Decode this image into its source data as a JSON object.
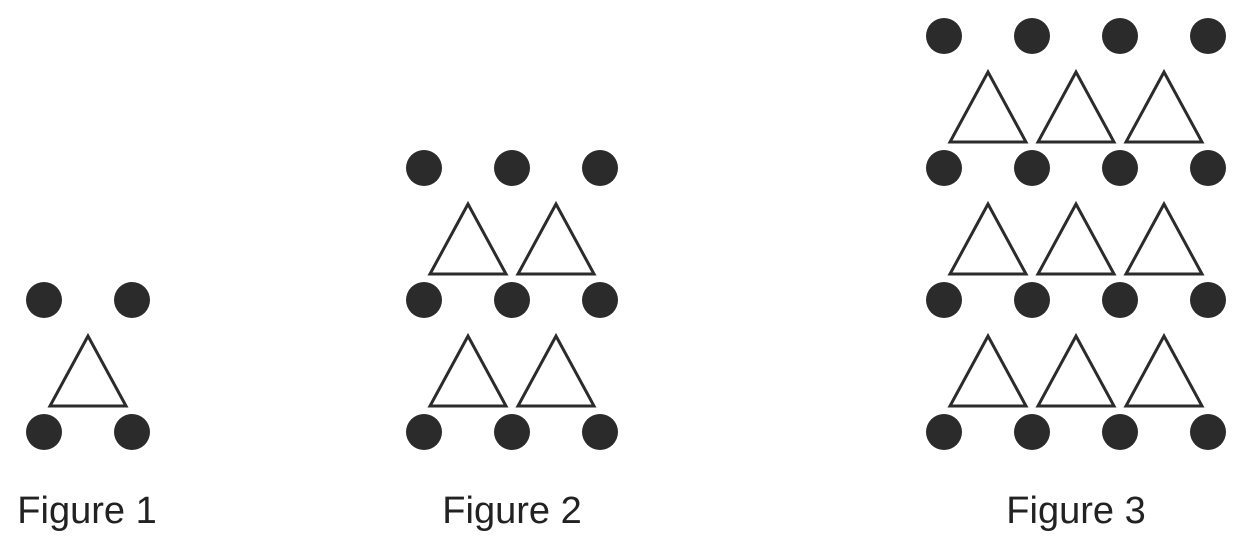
{
  "figures": [
    {
      "label": "Figure 1",
      "n": 1
    },
    {
      "label": "Figure 2",
      "n": 2
    },
    {
      "label": "Figure 3",
      "n": 3
    }
  ],
  "colors": {
    "dot": "#2b2b2b",
    "triangle_stroke": "#2b2b2b",
    "caption": "#222222"
  }
}
